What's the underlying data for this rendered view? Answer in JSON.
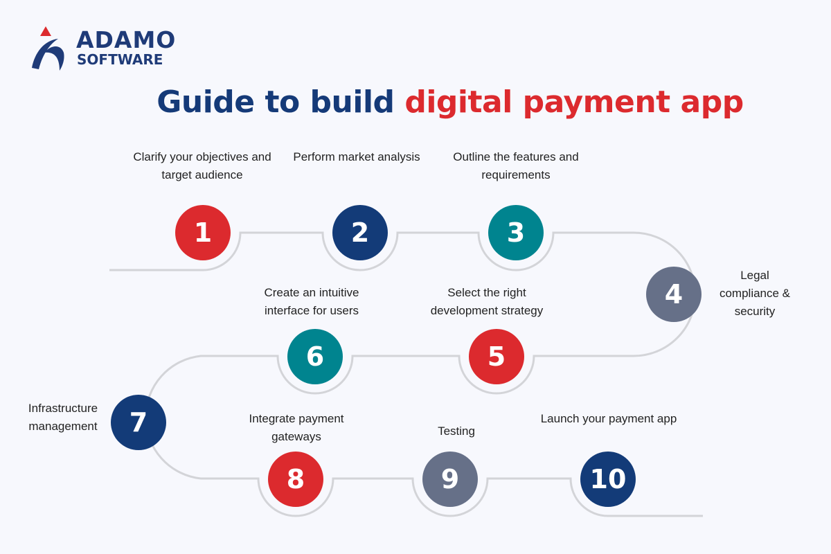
{
  "logo": {
    "line1": "ADAMO",
    "line2": "SOFTWARE"
  },
  "title": {
    "part1": "Guide to build ",
    "part2": "digital payment app"
  },
  "colors": {
    "red": "#DC2A2E",
    "navy": "#133B78",
    "teal": "#00848F",
    "gray": "#667088"
  },
  "steps": [
    {
      "number": "1",
      "label": "Clarify your objectives and target audience",
      "color": "red"
    },
    {
      "number": "2",
      "label": "Perform market analysis",
      "color": "navy"
    },
    {
      "number": "3",
      "label": "Outline the features and requirements",
      "color": "teal"
    },
    {
      "number": "4",
      "label": "Legal compliance & security",
      "color": "gray"
    },
    {
      "number": "5",
      "label": "Select the right development strategy",
      "color": "red"
    },
    {
      "number": "6",
      "label": "Create an intuitive interface for users",
      "color": "teal"
    },
    {
      "number": "7",
      "label": "Infrastructure management",
      "color": "navy"
    },
    {
      "number": "8",
      "label": "Integrate payment gateways",
      "color": "red"
    },
    {
      "number": "9",
      "label": "Testing",
      "color": "gray"
    },
    {
      "number": "10",
      "label": "Launch your payment app",
      "color": "navy"
    }
  ]
}
